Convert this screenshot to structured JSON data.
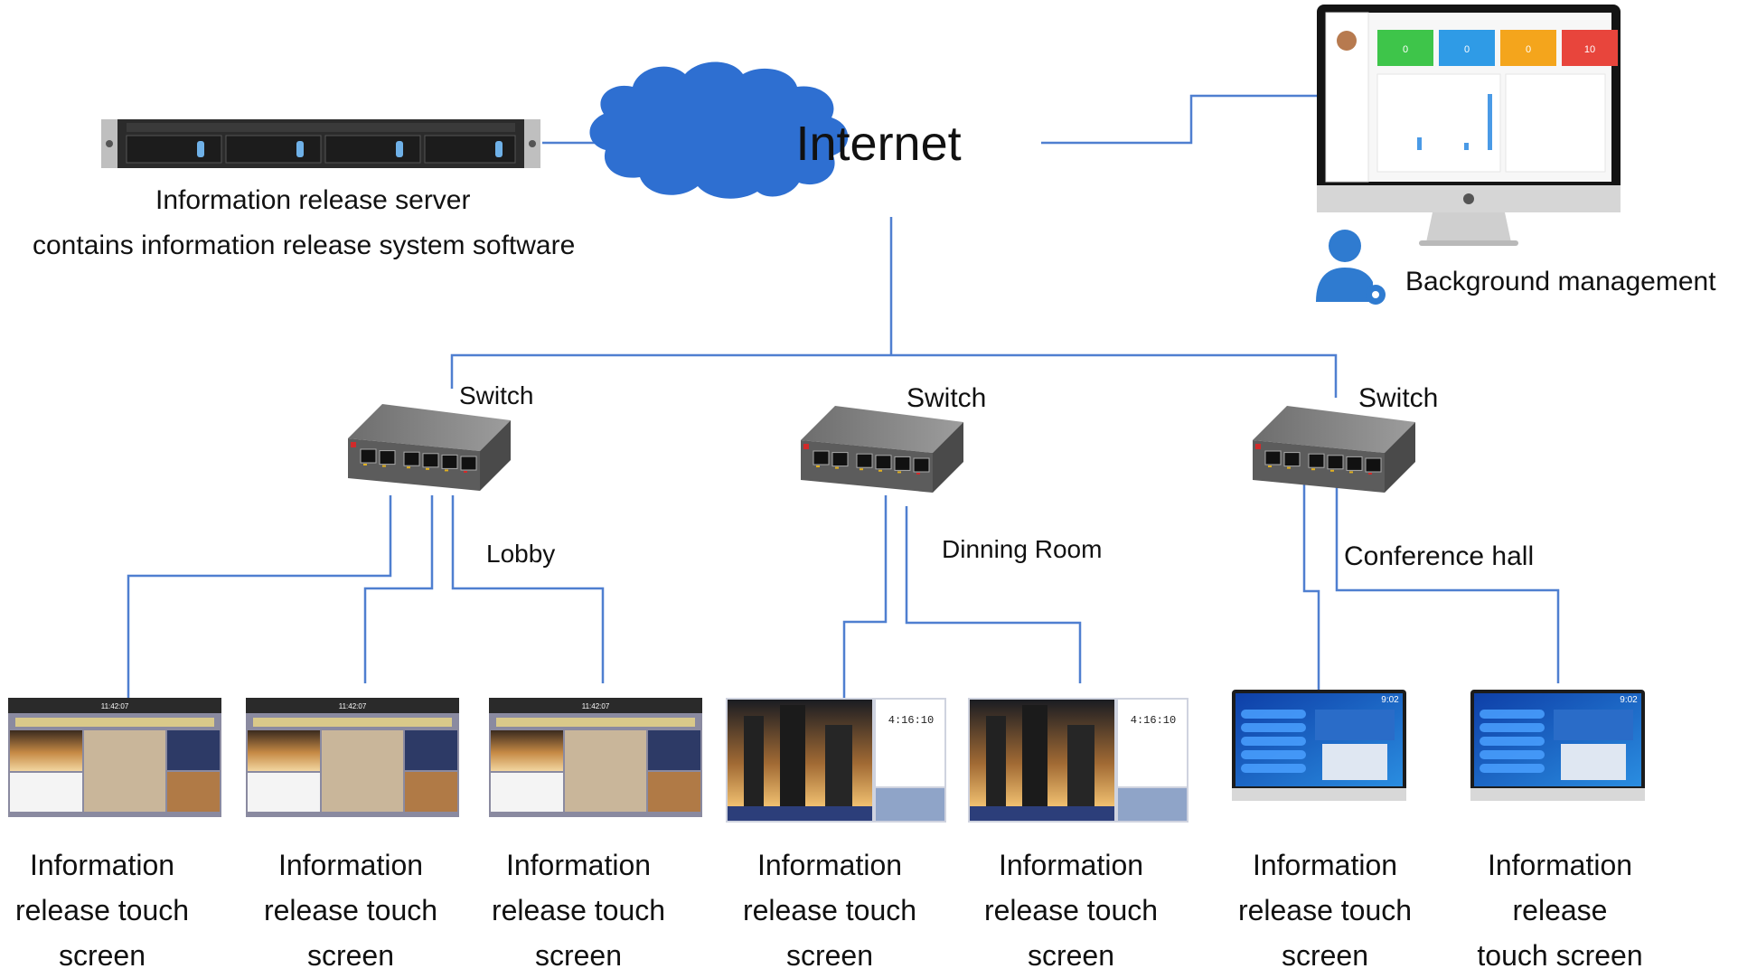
{
  "cloud": {
    "label": "Internet"
  },
  "server": {
    "line1": "Information release server",
    "line2": "contains information release system software"
  },
  "admin": {
    "label": "Background management",
    "monitor": {
      "stats": [
        "0",
        "0",
        "0",
        "10"
      ],
      "stat_colors": [
        "#3ec54a",
        "#2f9be6",
        "#f4a51c",
        "#e8453c"
      ]
    }
  },
  "switches": [
    {
      "label": "Switch",
      "zone": "Lobby"
    },
    {
      "label": "Switch",
      "zone": "Dinning Room"
    },
    {
      "label": "Switch",
      "zone": "Conference hall"
    }
  ],
  "screens": [
    {
      "lines": [
        "Information",
        "release touch",
        "screen"
      ],
      "style": "hotel",
      "time": "11:42:07"
    },
    {
      "lines": [
        "Information",
        "release touch",
        "screen"
      ],
      "style": "hotel",
      "time": "11:42:07"
    },
    {
      "lines": [
        "Information",
        "release touch",
        "screen"
      ],
      "style": "hotel",
      "time": "11:42:07"
    },
    {
      "lines": [
        "Information",
        "release touch",
        "screen"
      ],
      "style": "city",
      "time": "4:16:10"
    },
    {
      "lines": [
        "Information",
        "release touch",
        "screen"
      ],
      "style": "city",
      "time": "4:16:10"
    },
    {
      "lines": [
        "Information",
        "release touch",
        "screen"
      ],
      "style": "blue",
      "time": "9:02"
    },
    {
      "lines": [
        "Information",
        "release",
        "touch screen"
      ],
      "style": "blue",
      "time": "9:02"
    }
  ],
  "colors": {
    "link": "#4f7fd0",
    "cloud": "#2e6fd1",
    "switch_body": "#5c5c5c",
    "switch_top": "#8a8a8a"
  }
}
